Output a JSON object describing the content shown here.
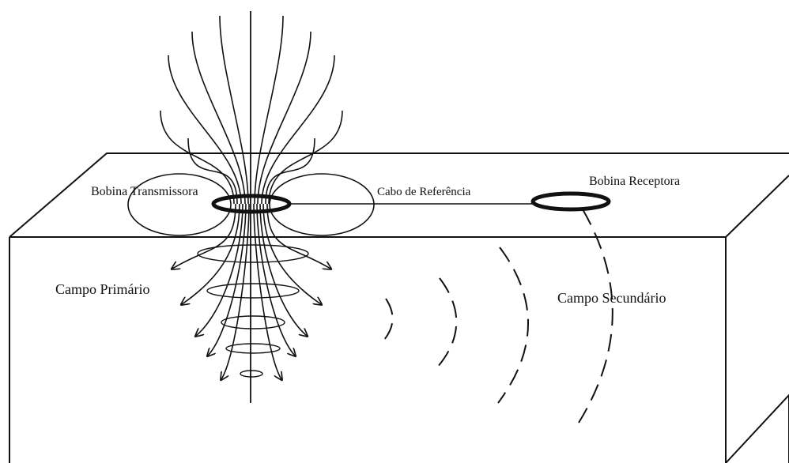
{
  "labels": {
    "transmitter": "Bobina Transmissora",
    "reference_cable": "Cabo de Referência",
    "receiver": "Bobina Receptora",
    "primary_field": "Campo Primário",
    "secondary_field": "Campo Secundário"
  },
  "colors": {
    "ink": "#111111",
    "background": "#ffffff"
  }
}
